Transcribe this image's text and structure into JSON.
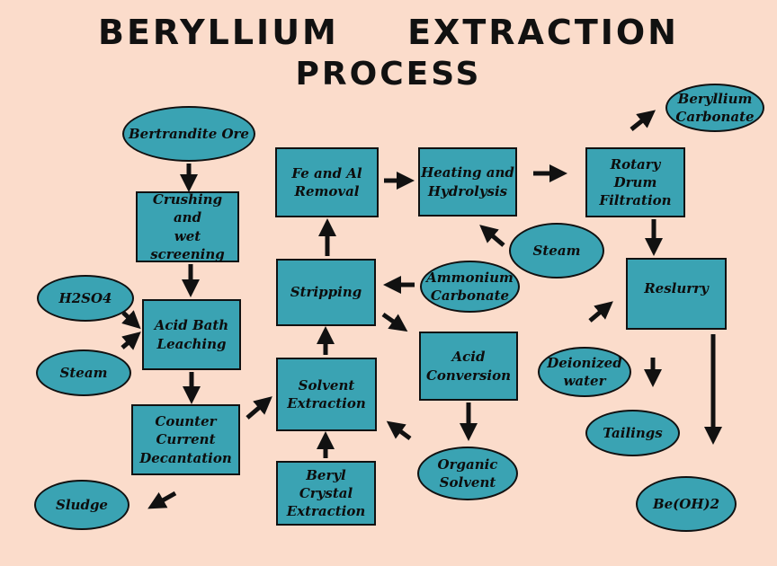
{
  "title": {
    "line1": "Beryllium Extraction",
    "line2": "Process"
  },
  "nodes": {
    "bertrandite_ore": "Bertrandite Ore",
    "crushing": "Crushing and\nwet screening",
    "h2so4": "H2SO4",
    "steam_left": "Steam",
    "acid_bath": "Acid Bath\nLeaching",
    "counter_current": "Counter\nCurrent\nDecantation",
    "sludge": "Sludge",
    "fe_al": "Fe and Al\nRemoval",
    "stripping": "Stripping",
    "solvent_extraction": "Solvent\nExtraction",
    "beryl_crystal": "Beryl\nCrystal\nExtraction",
    "heating": "Heating and\nHydrolysis",
    "steam_mid": "Steam",
    "ammonium": "Ammonium\nCarbonate",
    "acid_conversion": "Acid\nConversion",
    "organic_solvent": "Organic\nSolvent",
    "rotary_drum": "Rotary\nDrum\nFiltration",
    "beryllium_carbonate": "Beryllium\nCarbonate",
    "reslurry": "Reslurry",
    "deionized": "Deionized\nwater",
    "tailings": "Tailings",
    "be_oh2": "Be(OH)2"
  },
  "colors": {
    "background": "#fbdccb",
    "node_fill": "#3aa3b3",
    "ink": "#111111"
  }
}
